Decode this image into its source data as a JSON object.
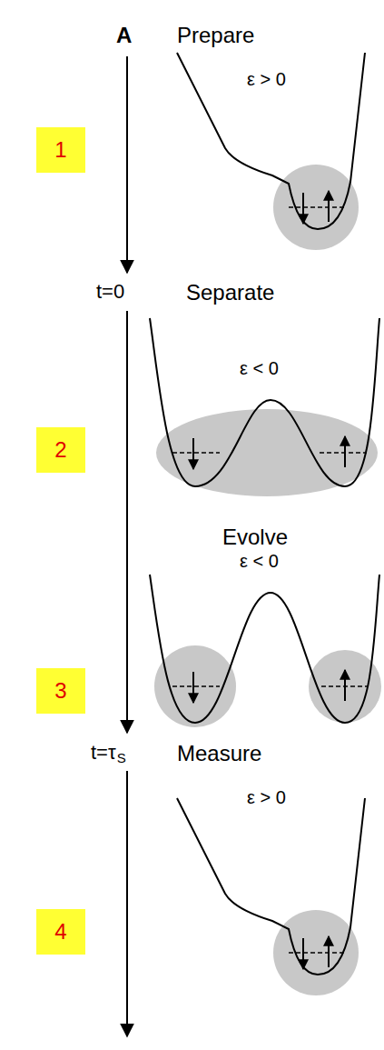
{
  "diagram": {
    "nodes": [
      {
        "text": [
          "1"
        ]
      },
      {
        "text": [
          "2"
        ]
      },
      {
        "text": [
          "3"
        ]
      },
      {
        "text": [
          "4"
        ]
      }
    ],
    "labels": [
      "A",
      "Prepare",
      "ε > 0",
      "t=0",
      "Separate",
      "ε < 0",
      "Evolve",
      "ε < 0",
      "t=τ",
      "S",
      "Measure",
      "ε > 0"
    ]
  }
}
